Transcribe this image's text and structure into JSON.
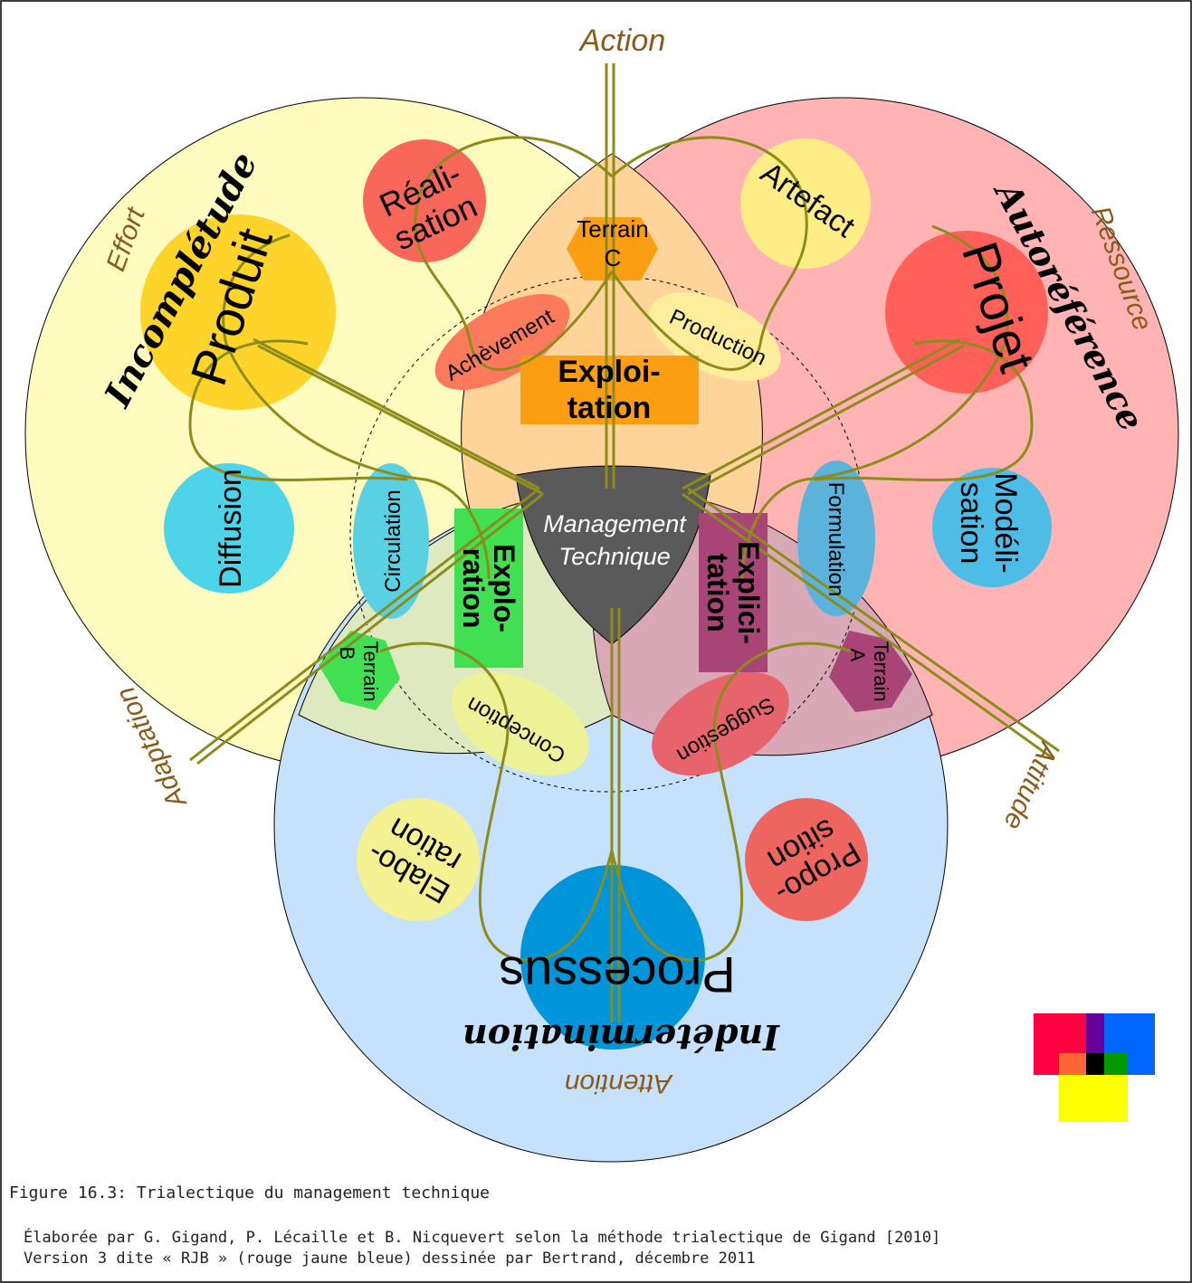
{
  "colors": {
    "yellow_circle": "#fefbbf",
    "red_circle": "#ffb3b3",
    "blue_circle": "#c6e1fb",
    "center": "#5a5a5a",
    "axis_text": "#8b5a1b",
    "line": "#8c8c1a"
  },
  "axes": {
    "action": "Action",
    "ressource": "Ressource",
    "effort": "Effort",
    "adaptation": "Adaptation",
    "attitude": "Attitude",
    "attention": "Attention"
  },
  "big_words": {
    "incompletude": "Incomplétude",
    "autoreference": "Autoréférence",
    "indetermination": "Indétermination"
  },
  "poles": {
    "produit": "Produit",
    "projet": "Projet",
    "processus": "Processus"
  },
  "nodes": {
    "realisation_1": "Réali-",
    "realisation_2": "sation",
    "artefact": "Artefact",
    "diffusion": "Diffusion",
    "modelisation_1": "Modéli-",
    "modelisation_2": "sation",
    "elaboration_1": "Elabo-",
    "elaboration_2": "ration",
    "proposition_1": "Propo-",
    "proposition_2": "sition"
  },
  "pairs": {
    "achevement": "Achèvement",
    "production": "Production",
    "circulation": "Circulation",
    "formulation": "Formulation",
    "conception": "Conception",
    "suggestion": "Suggestion"
  },
  "ops": {
    "exploitation_1": "Exploi-",
    "exploitation_2": "tation",
    "exploration_1": "Explo-",
    "exploration_2": "ration",
    "explicitation_1": "Explici-",
    "explicitation_2": "tation"
  },
  "terrains": {
    "c_1": "Terrain",
    "c_2": "C",
    "b_1": "Terrain",
    "b_2": "B",
    "a_1": "Terrain",
    "a_2": "A"
  },
  "center": {
    "line1": "Management",
    "line2": "Technique"
  },
  "caption": {
    "title": "Figure 16.3: Trialectique du management technique",
    "line1": "Élaborée par G. Gigand, P. Lécaille et B. Nicquevert selon la méthode trialectique de Gigand [2010]",
    "line2": "Version 3 dite « RJB » (rouge jaune bleue) dessinée par Bertrand, décembre 2011"
  }
}
